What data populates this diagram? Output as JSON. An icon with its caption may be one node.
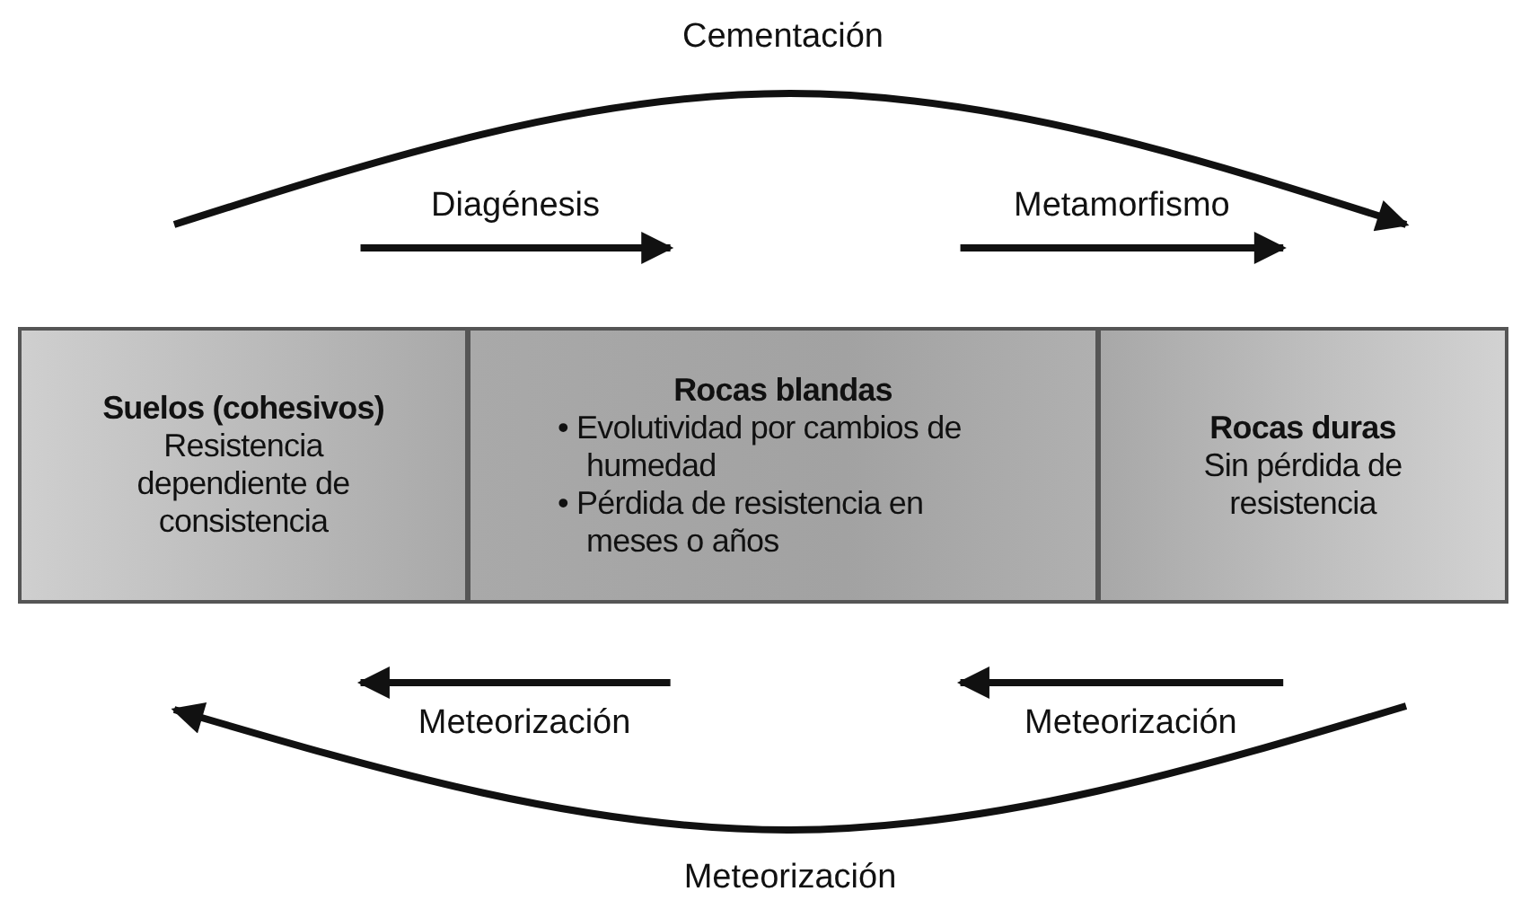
{
  "diagram": {
    "nodes": [
      {
        "text": [
          "Suelos (cohesivos)",
          "Resistencia dependiente de consistencia"
        ]
      },
      {
        "text": [
          "Rocas blandas",
          "• Evolutividad por cambios de humedad",
          "• Pérdida de resistencia en meses o años"
        ]
      },
      {
        "text": [
          "Rocas duras",
          "Sin pérdida de resistencia"
        ]
      }
    ],
    "edges": [
      {
        "from": 0,
        "to": 2,
        "arrow": "to",
        "label": "Cementación"
      },
      {
        "from": 0,
        "to": 1,
        "arrow": "to",
        "label": "Diagénesis"
      },
      {
        "from": 1,
        "to": 2,
        "arrow": "to",
        "label": "Metamorfismo"
      },
      {
        "from": 1,
        "to": 0,
        "arrow": "to",
        "label": "Meteorización"
      },
      {
        "from": 2,
        "to": 1,
        "arrow": "to",
        "label": "Meteorización"
      },
      {
        "from": 2,
        "to": 0,
        "arrow": "to",
        "label": "Meteorización"
      }
    ]
  }
}
